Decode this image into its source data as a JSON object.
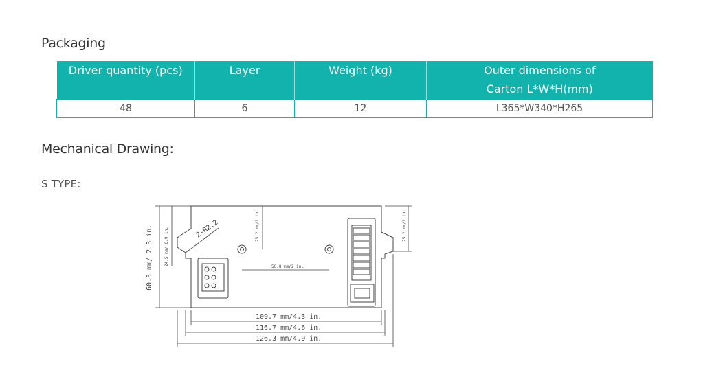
{
  "packaging": {
    "title": "Packaging",
    "headers": [
      "Driver quantity (pcs)",
      "Layer",
      "Weight (kg)",
      "Outer dimensions of Carton L*W*H(mm)"
    ],
    "row": [
      "48",
      "6",
      "12",
      "L365*W340*H265"
    ]
  },
  "mechanical": {
    "title": "Mechanical Drawing:",
    "type_label": "S TYPE:"
  },
  "drawing": {
    "height_total": "60.3 mm/ 2.3 in.",
    "hole_offset": "24.5 mm/ 0.9 in.",
    "radius": "2-R2.2",
    "top_depth": "25.2 mm/1 in.",
    "right_depth": "25.2 mm/1 in.",
    "hole_spacing": "50.8 mm/2 in.",
    "width_inner": "109.7 mm/4.3 in.",
    "width_mid": "116.7 mm/4.6 in.",
    "width_outer": "126.3 mm/4.9 in."
  },
  "colors": {
    "accent": "#12b3ad",
    "line": "#444444"
  }
}
